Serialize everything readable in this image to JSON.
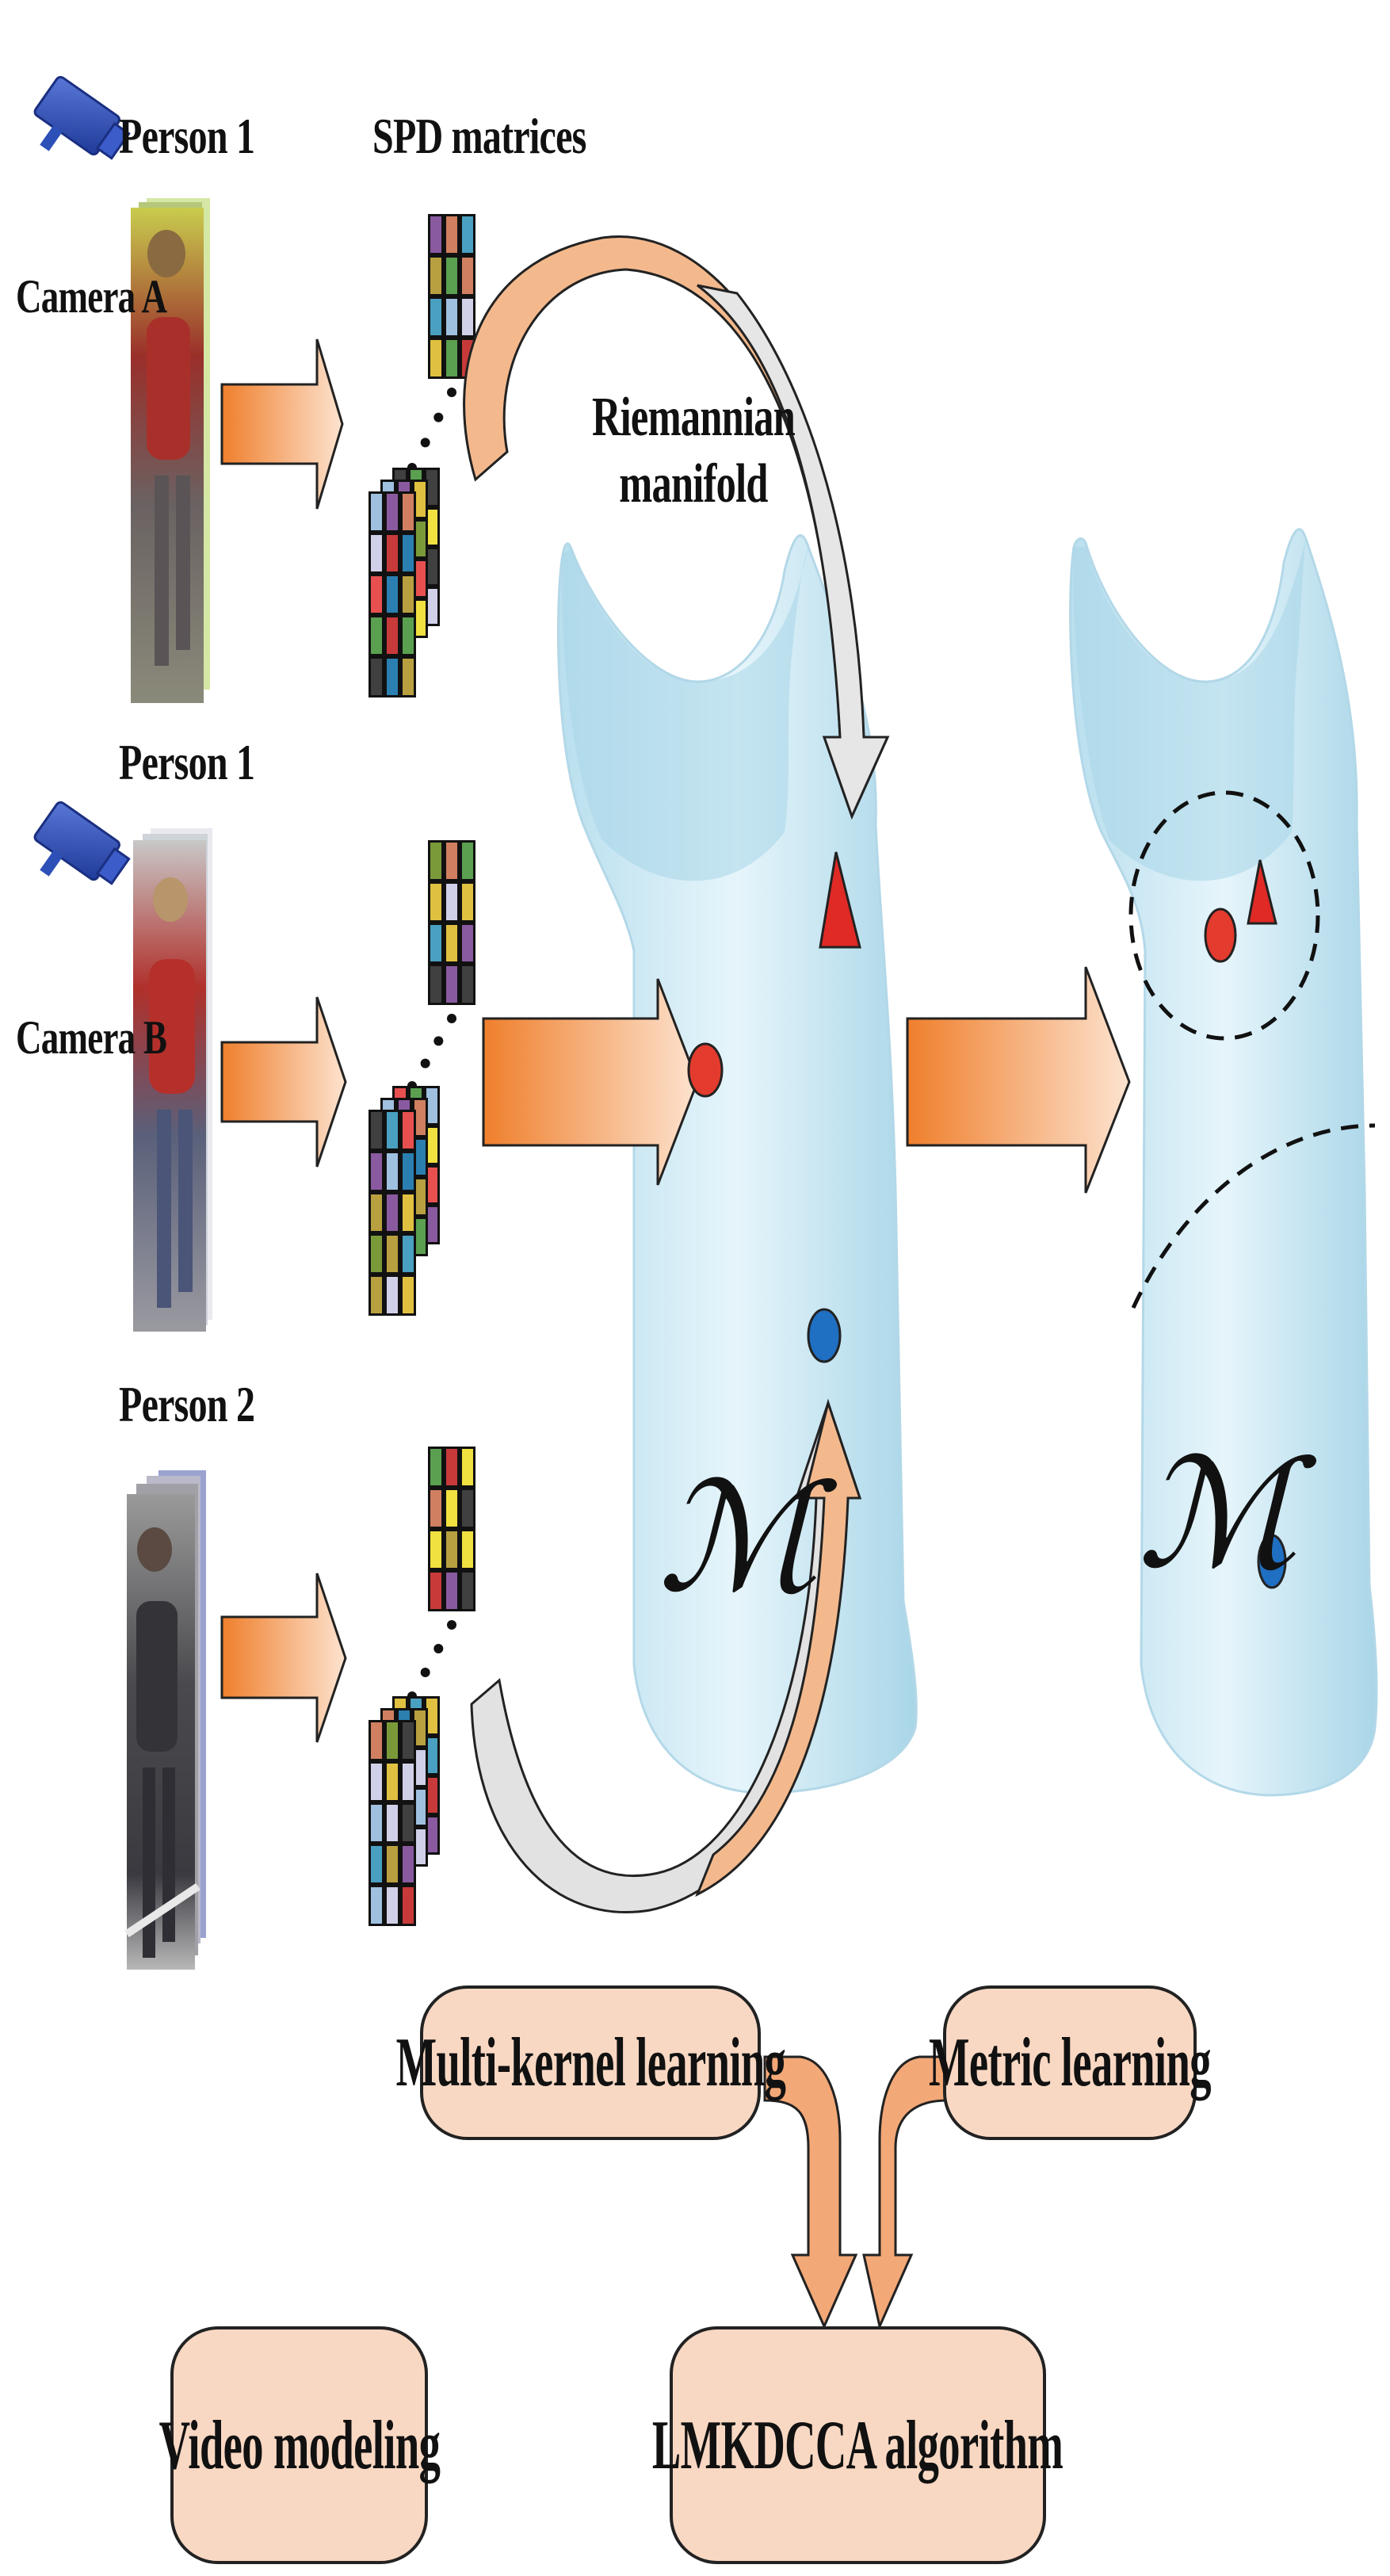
{
  "labels": {
    "person_1_a": "Person 1",
    "camera_a": "Camera A",
    "spd_matrices": "SPD matrices",
    "person_1_b": "Person 1",
    "camera_b": "Camera B",
    "person_2": "Person 2",
    "riemannian_line1": "Riemannian",
    "riemannian_line2": "manifold",
    "manifold_symbol_left": "ℳ",
    "manifold_symbol_right": "ℳ"
  },
  "boxes": {
    "multi_kernel": "Multi-kernel learning",
    "metric": "Metric learning",
    "video_modeling": "Video modeling",
    "lmkdcca": "LMKDCCA algorithm"
  },
  "colors": {
    "manifold_fill": "#c7e7f3",
    "arrow_orange": "#f08a3c",
    "box_fill": "#f9d8c3",
    "red_point": "#e33b2e",
    "blue_point": "#1f6fc2",
    "camera_blue": "#2c4fb8"
  }
}
